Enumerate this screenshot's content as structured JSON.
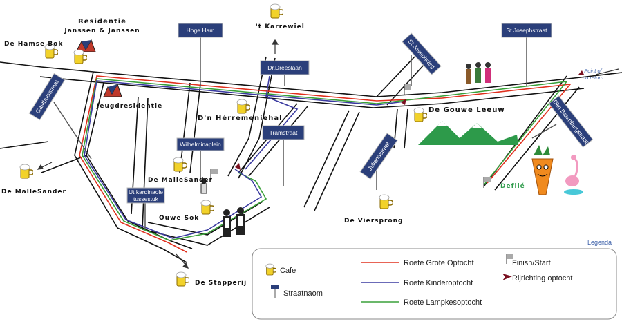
{
  "streets": {
    "hoge_ham": "Hoge Ham",
    "dr_dreeslaan": "Dr.Dreeslaan",
    "st_josephweg": "St.Josephweg",
    "st_josephstraat": "St.Josephstraat",
    "gasthuisstraat": "Gasthuisstraat",
    "wilhelminaplein": "Wilhelminaplein",
    "tramstraat": "Tramstraat",
    "julianastraat": "Julianastraat",
    "dkn_batenburgstraat": "Dkn Batenburgstraat",
    "ut_kardinaole_1": "Ut kardinaole",
    "ut_kardinaole_2": "tussestuk"
  },
  "cafes": {
    "residentie_1": "Residentie",
    "residentie_2": "Janssen & Janssen",
    "hamse_bok": "De Hamse Bok",
    "karrewiel": "'t Karrewiel",
    "jeugdresidentie": "Jeugdresidentie",
    "herremeniehal": "D'n Hèrremeniehal",
    "gouwe_leeuw": "De Gouwe Leeuw",
    "mallesander_left": "De MalleSander",
    "mallesander_center": "De MalleSander",
    "ouwe_sok": "Ouwe Sok",
    "viersprong": "De Viersprong",
    "stapperij": "De Stapperij",
    "defile": "Defilé"
  },
  "annotations": {
    "point_of_no_return_1": "Point of",
    "point_of_no_return_2": "no return"
  },
  "legend": {
    "title": "Legenda",
    "cafe": "Cafe",
    "straatnaam": "Straatnaom",
    "grote": "Roete Grote Optocht",
    "kinder": "Roete Kinderoptocht",
    "lampkes": "Roete Lampkesoptocht",
    "finish": "Finish/Start",
    "rijrichting": "Rijrichting optocht"
  },
  "colors": {
    "route_grote": "#e0301e",
    "route_kinder": "#3a3aa0",
    "route_lampkes": "#3aa03a",
    "sign_bg": "#2b3f7a",
    "legend_title": "#3b5fa8"
  }
}
